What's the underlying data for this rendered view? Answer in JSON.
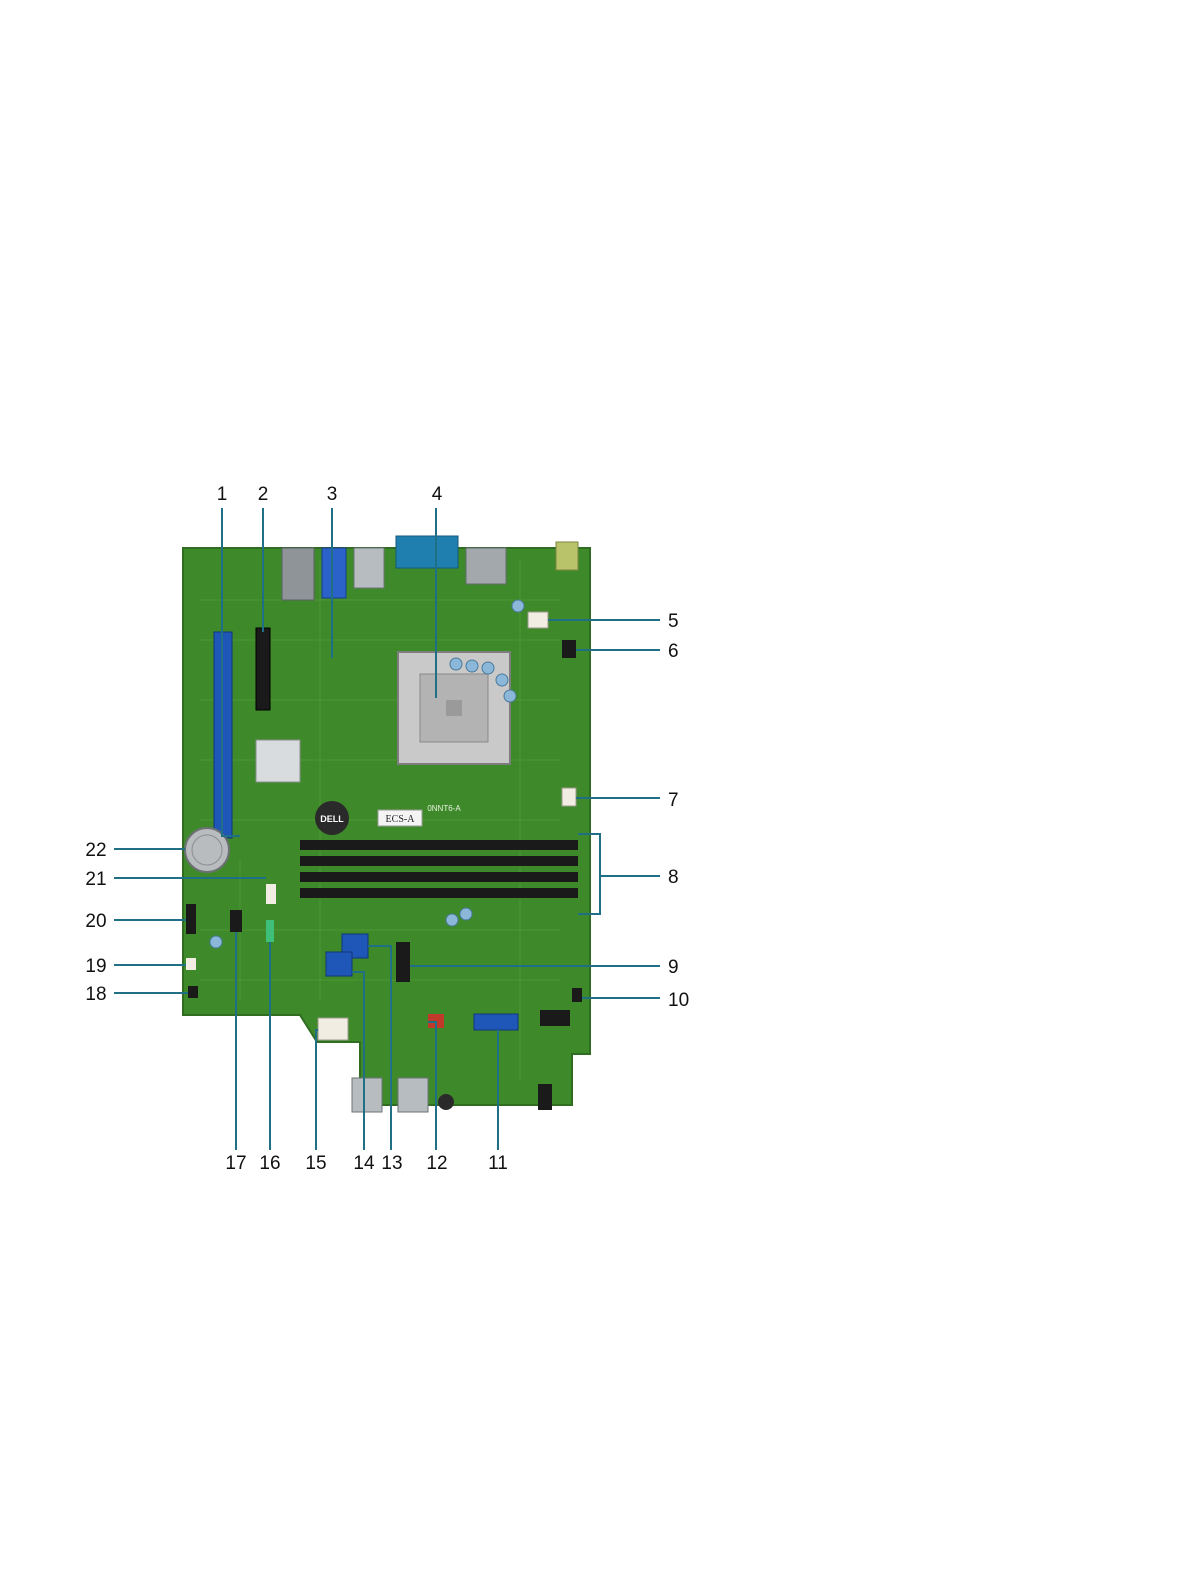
{
  "figure": {
    "callouts": [
      {
        "id": 1,
        "label": "1"
      },
      {
        "id": 2,
        "label": "2"
      },
      {
        "id": 3,
        "label": "3"
      },
      {
        "id": 4,
        "label": "4"
      },
      {
        "id": 5,
        "label": "5"
      },
      {
        "id": 6,
        "label": "6"
      },
      {
        "id": 7,
        "label": "7"
      },
      {
        "id": 8,
        "label": "8"
      },
      {
        "id": 9,
        "label": "9"
      },
      {
        "id": 10,
        "label": "10"
      },
      {
        "id": 11,
        "label": "11"
      },
      {
        "id": 12,
        "label": "12"
      },
      {
        "id": 13,
        "label": "13"
      },
      {
        "id": 14,
        "label": "14"
      },
      {
        "id": 15,
        "label": "15"
      },
      {
        "id": 16,
        "label": "16"
      },
      {
        "id": 17,
        "label": "17"
      },
      {
        "id": 18,
        "label": "18"
      },
      {
        "id": 19,
        "label": "19"
      },
      {
        "id": 20,
        "label": "20"
      },
      {
        "id": 21,
        "label": "21"
      },
      {
        "id": 22,
        "label": "22"
      }
    ],
    "board_markings": {
      "brand": "DELL",
      "sticker": "ECS-A",
      "board_code": "0NNT6-A"
    },
    "colors": {
      "pcb": "#3e8a2b",
      "pcb_dark": "#2f6e20",
      "slot_blue": "#1f57b8",
      "slot_black": "#1a1a1a",
      "leader_line": "#1f6f86",
      "socket": "#c9c9c9",
      "power_connector": "#f1ede2",
      "red_connector": "#c0392b"
    }
  }
}
